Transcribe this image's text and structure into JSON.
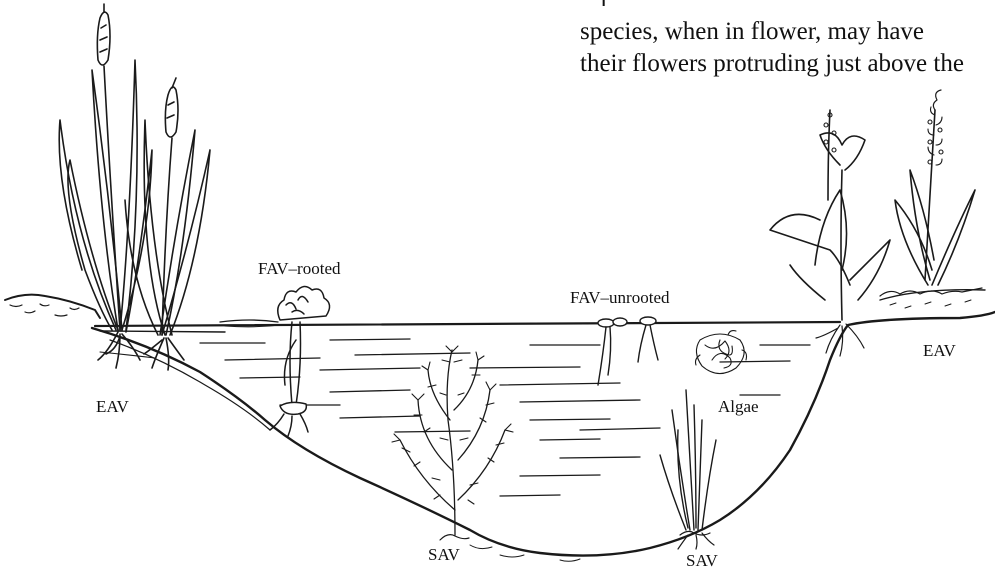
{
  "body_text": {
    "line1": "species, when in flower, may have",
    "line2": "their flowers protruding just above the"
  },
  "labels": {
    "eav_left": "EAV",
    "fav_rooted": "FAV–rooted",
    "fav_unrooted": "FAV–unrooted",
    "algae": "Algae",
    "eav_right": "EAV",
    "sav_center": "SAV",
    "sav_right": "SAV"
  }
}
